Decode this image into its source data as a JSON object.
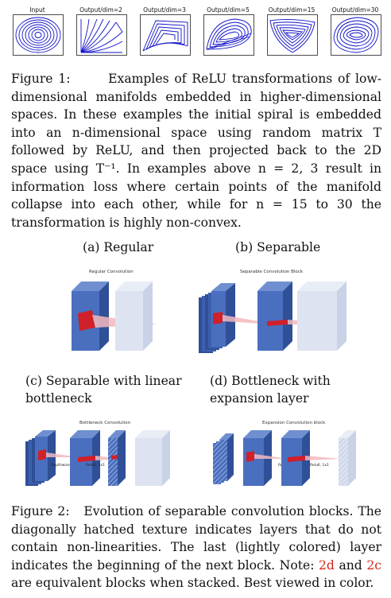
{
  "figure1": {
    "panels": [
      {
        "title": "Input"
      },
      {
        "title": "Output/dim=2"
      },
      {
        "title": "Output/dim=3"
      },
      {
        "title": "Output/dim=5"
      },
      {
        "title": "Output/dim=15"
      },
      {
        "title": "Output/dim=30"
      }
    ],
    "caption_label": "Figure 1:",
    "caption_text": "Examples of ReLU transformations of low-dimensional manifolds embedded in higher-dimensional spaces. In these examples the initial spiral is embedded into an n-dimensional space using random matrix T followed by ReLU, and then projected back to the 2D space using T⁻¹. In examples above n = 2, 3 result in information loss where certain points of the manifold collapse into each other, while for n = 15 to 30 the transformation is highly non-convex.",
    "line_color": "#1010c8"
  },
  "figure2": {
    "subfigures": [
      {
        "label": "(a) Regular",
        "block_title": "Regular Convolution"
      },
      {
        "label": "(b) Separable",
        "block_title": "Separable Convolution Block"
      },
      {
        "label": "(c) Separable with linear bottleneck",
        "block_title": "Bottleneck Convolution",
        "tags": [
          "Depthwise, Dense",
          "Relu6, 1x1"
        ]
      },
      {
        "label": "(d) Bottleneck with expansion layer",
        "block_title": "Expansion Convolution block",
        "tags": [
          "Relu6, Dwise",
          "Relu6, 1x1"
        ]
      }
    ],
    "caption_label": "Figure 2:",
    "caption_before_2d": "Evolution of separable convolution blocks. The diagonally hatched texture indicates layers that do not contain non-linearities. The last (lightly colored) layer indicates the beginning of the next block. Note: ",
    "ref_2d": "2d",
    "caption_and": " and ",
    "ref_2c": "2c",
    "caption_after_2c": " are equivalent blocks when stacked. Best viewed in color.",
    "colors": {
      "layer": "#4a6fbf",
      "layer_dark": "#2f4f97",
      "next_block": "#dde3f0",
      "kernel": "#d0202a",
      "projection": "#f2b8bd",
      "reference": "#d4241c"
    }
  }
}
